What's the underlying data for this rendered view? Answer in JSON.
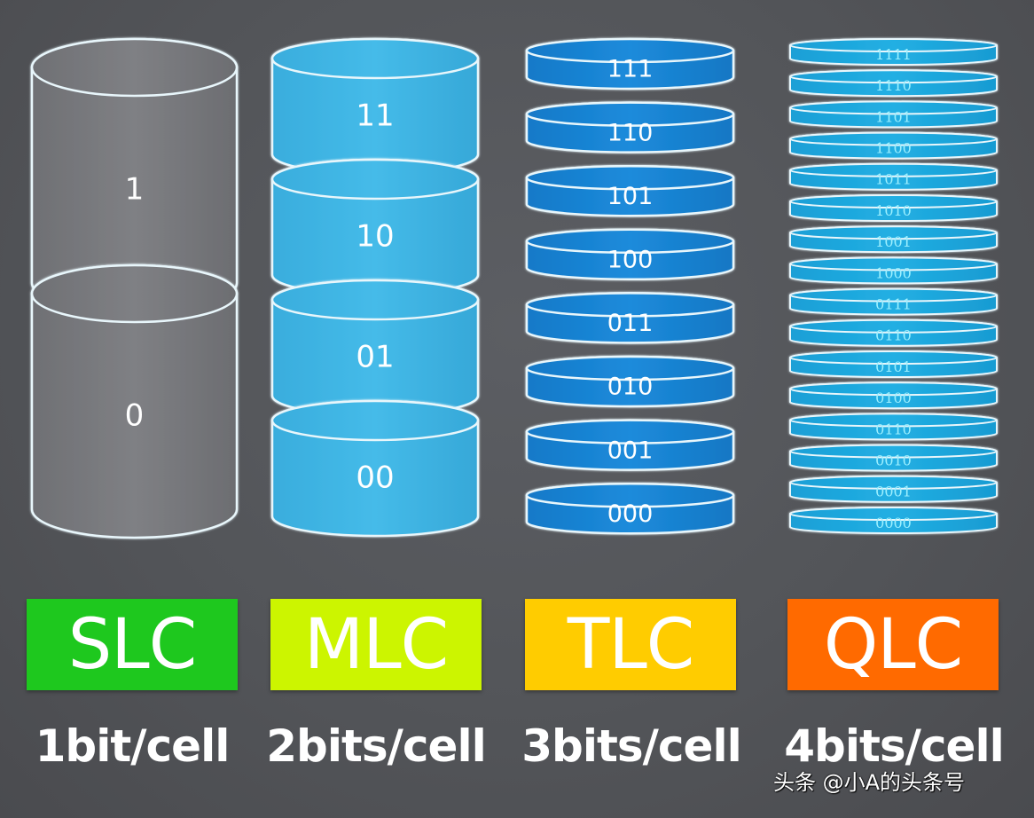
{
  "colors": {
    "background": "#55575b",
    "slc_fill": "#7b7c80",
    "mlc_fill": "#3fb6e6",
    "tlc_fill": "#1a86d6",
    "qlc_fill": "#1ea9de",
    "outline": "#e8f6fb",
    "slc_box": "#1ec81e",
    "mlc_box": "#ccf500",
    "tlc_box": "#ffcc00",
    "qlc_box": "#ff6a00"
  },
  "columns": [
    {
      "type": "SLC",
      "bits_per_cell": "1bit/cell",
      "levels": [
        "1",
        "0"
      ]
    },
    {
      "type": "MLC",
      "bits_per_cell": "2bits/cell",
      "levels": [
        "11",
        "10",
        "01",
        "00"
      ]
    },
    {
      "type": "TLC",
      "bits_per_cell": "3bits/cell",
      "levels": [
        "111",
        "110",
        "101",
        "100",
        "011",
        "010",
        "001",
        "000"
      ]
    },
    {
      "type": "QLC",
      "bits_per_cell": "4bits/cell",
      "levels": [
        "1111",
        "1110",
        "1101",
        "1100",
        "1011",
        "1010",
        "1001",
        "1000",
        "0111",
        "0110",
        "0101",
        "0100",
        "0110",
        "0010",
        "0001",
        "0000"
      ]
    }
  ],
  "watermark": "头条 @小A的头条号"
}
